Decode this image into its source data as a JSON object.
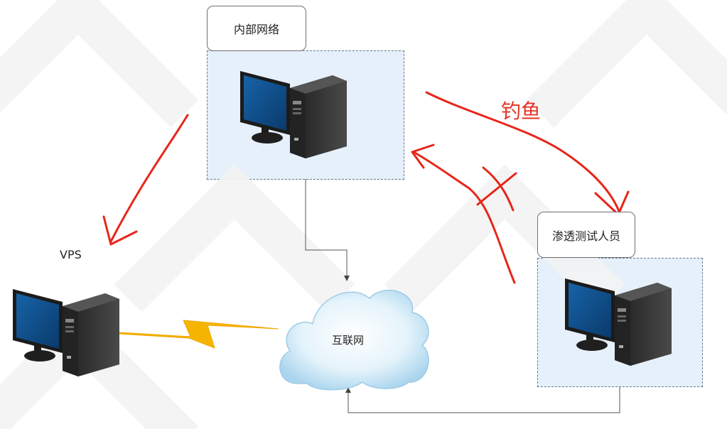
{
  "nodes": {
    "internal_network": {
      "label": "内部网络"
    },
    "pentester": {
      "label": "渗透测试人员"
    },
    "vps": {
      "label": "VPS"
    },
    "internet": {
      "label": "互联网"
    }
  },
  "annotations": {
    "phishing": "钓鱼"
  },
  "colors": {
    "zone_fill": "#e6f0fb",
    "hand_drawn_red": "#e8261a",
    "lightning": "#f5b400",
    "cloud": "#bfe0f3",
    "monitor_screen": "#0f4f8c"
  }
}
